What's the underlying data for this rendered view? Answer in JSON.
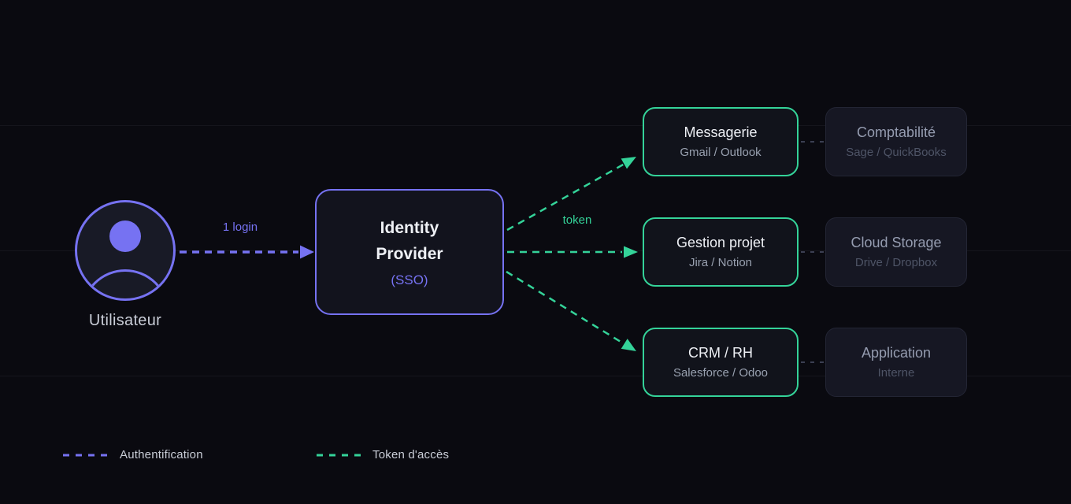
{
  "colors": {
    "bg": "#0a0a10",
    "grid": "#15161d",
    "purple": "#7672f2",
    "green": "#34d399",
    "idp-fill": "#12131d",
    "service-fill": "#11131b",
    "secondary-fill": "#161723",
    "secondary-border": "#232534",
    "title": "#eef0f5",
    "subtitle": "#99a1b0",
    "secondary-title": "#959cb0",
    "secondary-subtitle": "#4e5466",
    "connector": "#3b3f52",
    "label-text": "#c9cdd7",
    "avatar-fill": "#181a26"
  },
  "user": {
    "label": "Utilisateur"
  },
  "auth_arrow": {
    "label": "1 login"
  },
  "identity_provider": {
    "title": "Identity Provider",
    "subtitle": "(SSO)"
  },
  "token_arrow": {
    "label": "token"
  },
  "services": [
    {
      "title": "Messagerie",
      "subtitle": "Gmail / Outlook"
    },
    {
      "title": "Gestion projet",
      "subtitle": "Jira / Notion"
    },
    {
      "title": "CRM / RH",
      "subtitle": "Salesforce / Odoo"
    }
  ],
  "secondary_services": [
    {
      "title": "Comptabilité",
      "subtitle": "Sage / QuickBooks"
    },
    {
      "title": "Cloud Storage",
      "subtitle": "Drive / Dropbox"
    },
    {
      "title": "Application",
      "subtitle": "Interne"
    }
  ],
  "legend": [
    {
      "label": "Authentification",
      "color": "#7672f2"
    },
    {
      "label": "Token d'accès",
      "color": "#34d399"
    }
  ]
}
